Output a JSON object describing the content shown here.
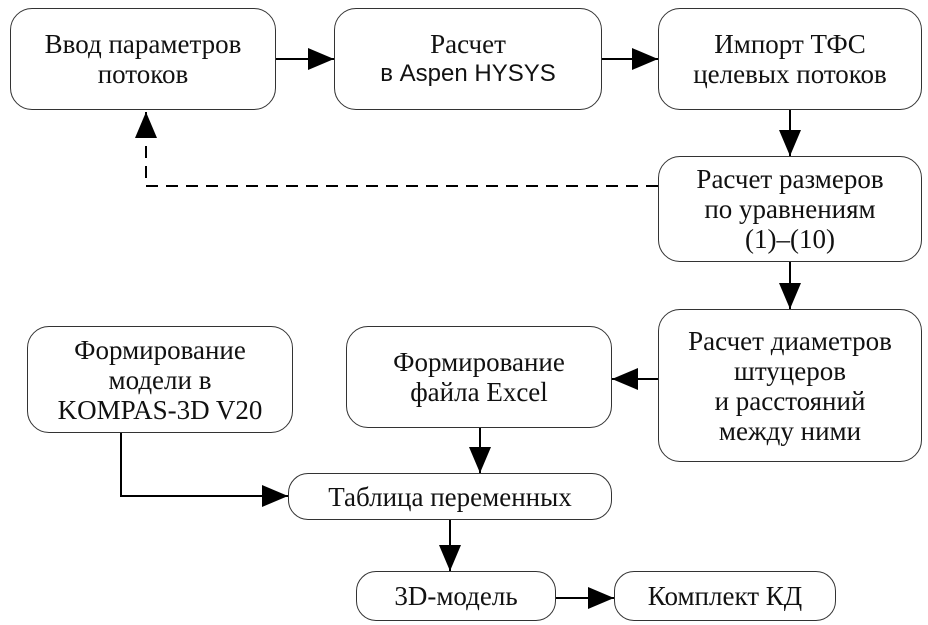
{
  "nodes": {
    "input_params": [
      "Ввод параметров",
      "потоков"
    ],
    "calc_hysys": [
      "Расчет",
      "в Aspen HYSYS"
    ],
    "import_tfs": [
      "Импорт ТФС",
      "целевых потоков"
    ],
    "calc_sizes": [
      "Расчет размеров",
      "по уравнениям",
      "(1)–(10)"
    ],
    "calc_nozzles": [
      "Расчет диаметров",
      "штуцеров",
      "и расстояний",
      "между ними"
    ],
    "excel_file": [
      "Формирование",
      "файла Excel"
    ],
    "kompas_model": [
      "Формирование",
      "модели в",
      "KOMPAS-3D V20"
    ],
    "variables_table": [
      "Таблица переменных"
    ],
    "model_3d": [
      "3D-модель"
    ],
    "kd_set": [
      "Комплект КД"
    ]
  }
}
